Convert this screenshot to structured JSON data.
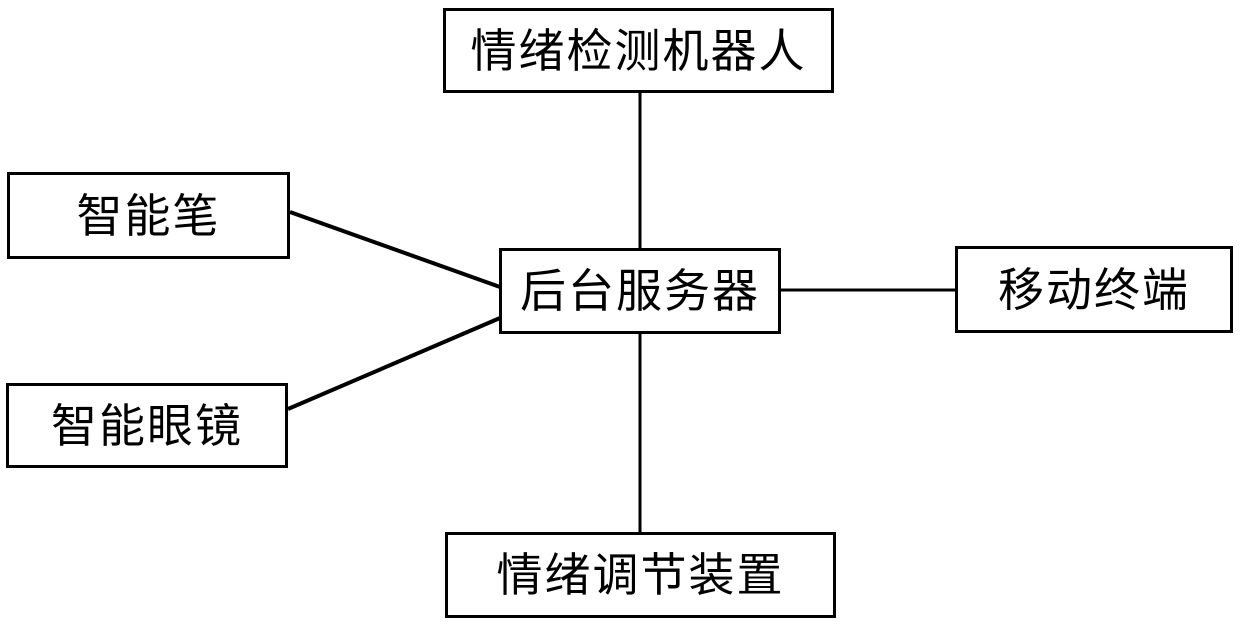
{
  "diagram": {
    "title": "emotion-detection-system-block-diagram",
    "nodes": {
      "robot": {
        "label": "情绪检测机器人"
      },
      "pen": {
        "label": "智能笔"
      },
      "glasses": {
        "label": "智能眼镜"
      },
      "server": {
        "label": "后台服务器"
      },
      "mobile": {
        "label": "移动终端"
      },
      "regulator": {
        "label": "情绪调节装置"
      }
    },
    "edges": [
      {
        "from": "robot",
        "to": "server"
      },
      {
        "from": "pen",
        "to": "server"
      },
      {
        "from": "glasses",
        "to": "server"
      },
      {
        "from": "server",
        "to": "mobile"
      },
      {
        "from": "server",
        "to": "regulator"
      }
    ],
    "colors": {
      "background": "#ffffff",
      "line": "#000000",
      "box_border": "#000000",
      "text": "#000000"
    }
  }
}
